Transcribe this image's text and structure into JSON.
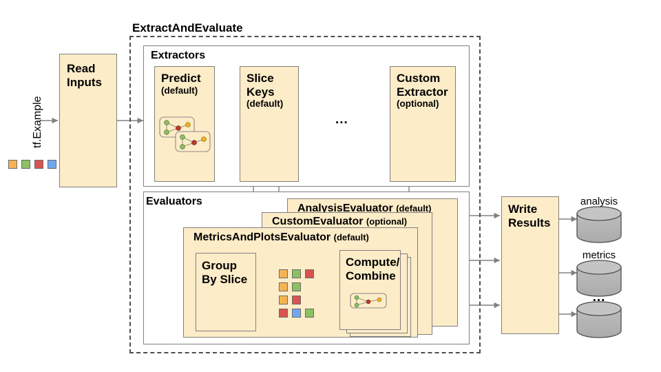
{
  "diagram": {
    "title_outer": "ExtractAndEvaluate",
    "input_label": "tf.Example",
    "legend_chips": [
      {
        "name": "orange",
        "color": "#f5b453"
      },
      {
        "name": "green",
        "color": "#8cc063"
      },
      {
        "name": "red",
        "color": "#d9534f"
      },
      {
        "name": "blue",
        "color": "#6fa8f0"
      }
    ],
    "read_inputs": {
      "title": "Read\nInputs"
    },
    "extractors": {
      "group_label": "Extractors",
      "nodes": [
        {
          "title": "Predict",
          "sub": "(default)",
          "icon": "model-graph-icon"
        },
        {
          "title": "Slice\nKeys",
          "sub": "(default)",
          "icon": ""
        },
        {
          "title": "Custom\nExtractor",
          "sub": "(optional)",
          "icon": ""
        }
      ],
      "ellipsis": "..."
    },
    "evaluators": {
      "group_label": "Evaluators",
      "bars": [
        {
          "title": "AnalysisEvaluator",
          "sub": "(default)"
        },
        {
          "title": "CustomEvaluator",
          "sub": "(optional)"
        },
        {
          "title": "MetricsAndPlotsEvaluator",
          "sub": "(default)"
        }
      ],
      "group_by_slice": {
        "title": "Group\nBy Slice"
      },
      "compute_combine": {
        "title": "Compute/\nCombine",
        "icon": "model-graph-icon"
      },
      "slice_rows": [
        [
          "orange",
          "green",
          "red"
        ],
        [
          "orange",
          "green"
        ],
        [
          "orange",
          "red"
        ],
        [
          "red",
          "blue",
          "green"
        ]
      ]
    },
    "write_results": {
      "title": "Write\nResults"
    },
    "outputs": [
      {
        "label": "analysis",
        "shape": "cylinder"
      },
      {
        "label": "metrics",
        "shape": "cylinder"
      },
      {
        "label": "...",
        "shape": "cylinder"
      }
    ],
    "colors": {
      "box_fill": "#fdecc8",
      "box_stroke": "#7f7f7f",
      "dashed_stroke": "#4d4d4d",
      "arrow": "#808080",
      "cylinder_fill": "#b3b3b3",
      "cylinder_stroke": "#4d4d4d"
    }
  }
}
